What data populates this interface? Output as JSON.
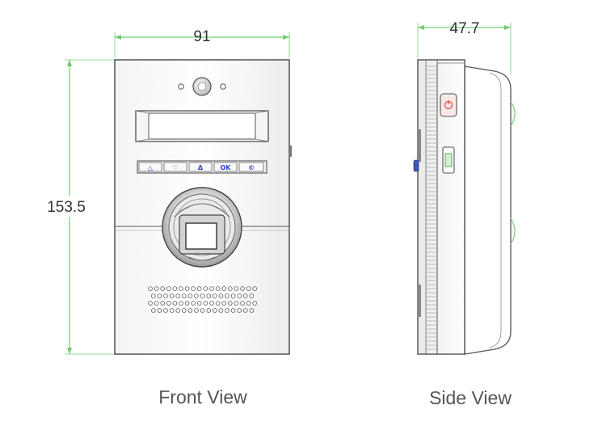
{
  "dimensions": {
    "front_width": "91",
    "front_height": "153.5",
    "side_depth": "47.7"
  },
  "captions": {
    "front": "Front View",
    "side": "Side View"
  },
  "keypad": {
    "keys": [
      {
        "icon": "triangle-up-icon",
        "glyph": "△"
      },
      {
        "icon": "heart-icon",
        "glyph": "♡"
      },
      {
        "icon": "bell-icon",
        "glyph": "Δ"
      },
      {
        "icon": "ok-icon",
        "label": "OK"
      },
      {
        "icon": "esc-icon",
        "label": "©"
      }
    ]
  },
  "colors": {
    "dimension_line": "#6fcf6f",
    "outline": "#444444",
    "key_accent": "#2b3fd6",
    "button_accent": "#e0564a"
  }
}
